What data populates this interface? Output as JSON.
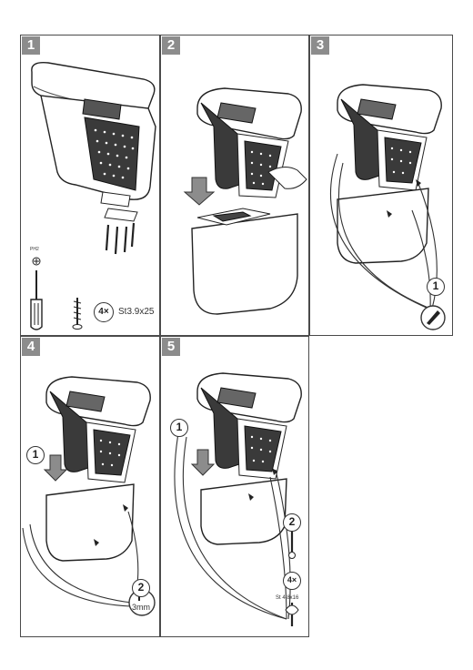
{
  "steps": [
    {
      "number": "1"
    },
    {
      "number": "2"
    },
    {
      "number": "3"
    },
    {
      "number": "4"
    },
    {
      "number": "5"
    }
  ],
  "step1": {
    "screwdriver_label": "PH2",
    "screw_count": "4×",
    "screw_spec": "St3.9x25"
  },
  "step3": {
    "callout_number": "1"
  },
  "step4": {
    "callout_1": "1",
    "callout_2": "2",
    "drill_size": "3mm"
  },
  "step5": {
    "callout_1": "1",
    "callout_2": "2",
    "screw_count": "4×",
    "screw_spec": "St 4,8x16"
  }
}
